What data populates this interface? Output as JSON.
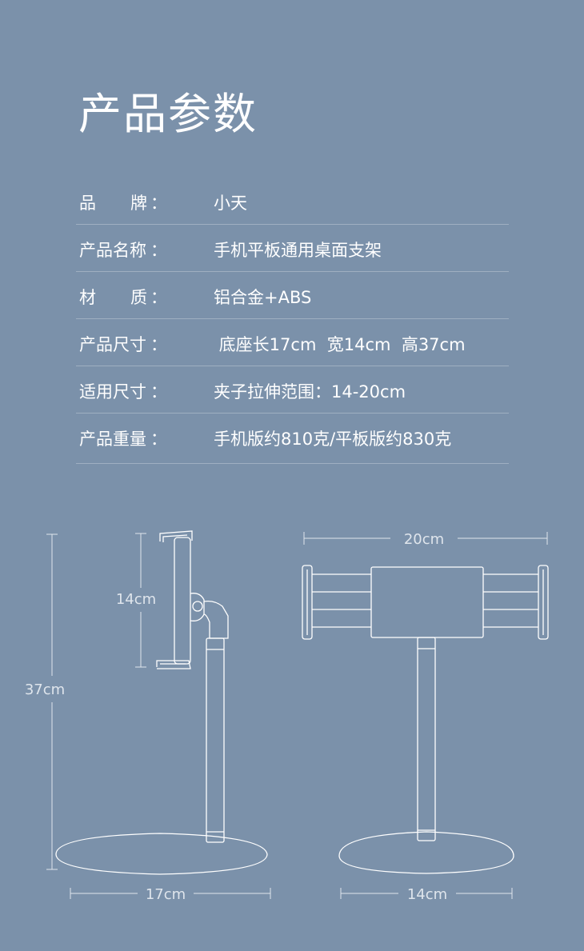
{
  "title": "产品参数",
  "specs": [
    {
      "key_chars": [
        "品",
        "牌"
      ],
      "value": "小天"
    },
    {
      "key_chars": [
        "产品名称"
      ],
      "value": "手机平板通用桌面支架"
    },
    {
      "key_chars": [
        "材",
        "质"
      ],
      "value": "铝合金+ABS"
    },
    {
      "key_chars": [
        "产品尺寸"
      ],
      "value": " 底座长17cm  宽14cm  高37cm"
    },
    {
      "key_chars": [
        "适用尺寸"
      ],
      "value": "夹子拉伸范围：14-20cm"
    },
    {
      "key_chars": [
        "产品重量"
      ],
      "value": "手机版约810克/平板版约830克"
    }
  ],
  "colon": "：",
  "dimensions": {
    "side_height": "37cm",
    "clamp_height": "14cm",
    "side_base_length": "17cm",
    "front_width": "20cm",
    "front_base_width": "14cm"
  },
  "colors": {
    "background": "#7b91aa",
    "line": "#ffffff",
    "dim_text": "#dfe5ec"
  }
}
